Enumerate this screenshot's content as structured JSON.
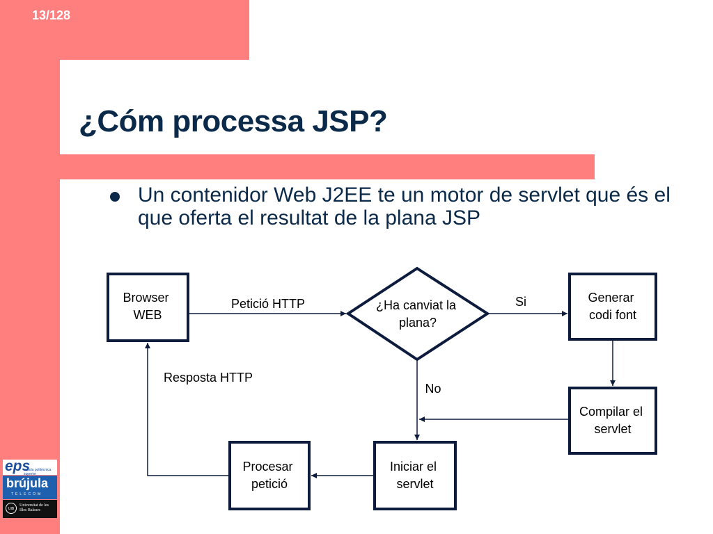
{
  "slide": {
    "page": "13/128",
    "title": "¿Cóm processa JSP?"
  },
  "bullets": [
    "Un contenidor Web J2EE te un motor de servlet que és el que oferta el resultat de la plana JSP"
  ],
  "diagram": {
    "nodes": {
      "browser": [
        "Browser",
        "WEB"
      ],
      "decision": [
        "¿Ha canviat la",
        "plana?"
      ],
      "generate": [
        "Generar",
        "codi font"
      ],
      "compile": [
        "Compilar el",
        "servlet"
      ],
      "start": [
        "Iniciar el",
        "servlet"
      ],
      "process": [
        "Procesar",
        "petició"
      ]
    },
    "edges": {
      "request": "Petició HTTP",
      "yes": "Si",
      "no": "No",
      "response": "Resposta HTTP"
    }
  },
  "logos": {
    "eps": {
      "mark": "eps",
      "sub": "escola politècnica superior"
    },
    "brujula": {
      "mark": "brújula",
      "sub": "TELECOM"
    },
    "uib": {
      "seal": "UIB",
      "name": "Universitat de les Illes Balears"
    }
  },
  "colors": {
    "accent": "#ff7f7f",
    "title": "#0b2a4a",
    "diagram_stroke": "#0d1b3d"
  }
}
